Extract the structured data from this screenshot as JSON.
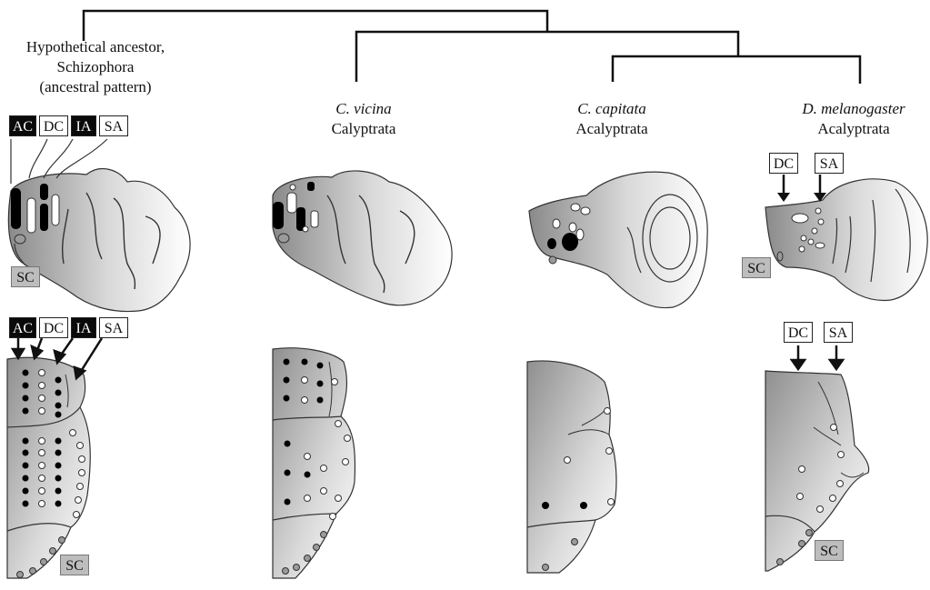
{
  "tree": {
    "columns": [
      {
        "line1": "Hypothetical ancestor,",
        "line2": "Schizophora",
        "line3": "(ancestral pattern)"
      },
      {
        "species": "C. vicina",
        "group": "Calyptrata"
      },
      {
        "species": "C. capitata",
        "group": "Acalyptrata"
      },
      {
        "species": "D. melanogaster",
        "group": "Acalyptrata"
      }
    ]
  },
  "labels": {
    "ac": "AC",
    "dc": "DC",
    "ia": "IA",
    "sa": "SA",
    "sc": "SC"
  },
  "colors": {
    "dark_label": "#0a0a0a",
    "light_label": "#ffffff",
    "sc_label": "#bdbdbd",
    "tissue_light": "#ffffff",
    "tissue_dark": "#8a8a8a",
    "black_marker": "#000000",
    "white_marker": "#ffffff",
    "grey_marker": "#9a9a9a"
  }
}
